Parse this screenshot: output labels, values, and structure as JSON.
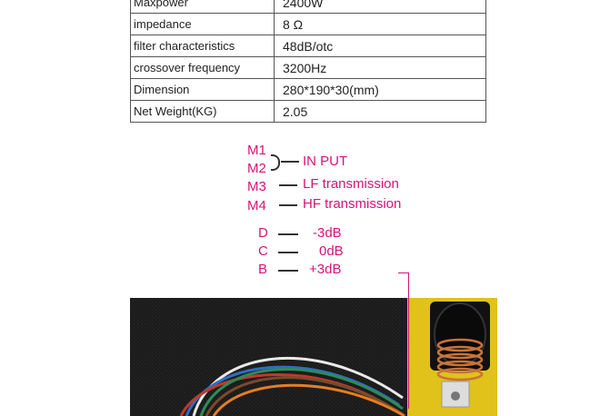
{
  "spec_table": {
    "rows": [
      {
        "label": "Maxpower",
        "value": "2400W"
      },
      {
        "label": "impedance",
        "value": "8 Ω"
      },
      {
        "label": "filter characteristics",
        "value": "48dB/otc"
      },
      {
        "label": "crossover frequency",
        "value": "3200Hz"
      },
      {
        "label": "Dimension",
        "value": "280*190*30(mm)"
      },
      {
        "label": "Net Weight(KG)",
        "value": "2.05"
      }
    ]
  },
  "legend": {
    "m1": "M1",
    "m2": "M2",
    "input": "IN PUT",
    "m3": "M3",
    "m3_desc": "LF transmission",
    "m4": "M4",
    "m4_desc": "HF transmission",
    "d": "D",
    "d_val": "-3dB",
    "c": "C",
    "c_val": "0dB",
    "b": "B",
    "b_val": "+3dB"
  },
  "colors": {
    "accent": "#d4147a",
    "table_border": "#555555",
    "board_yellow": "#e0c21a",
    "photo_dark": "#1b1b1b"
  }
}
